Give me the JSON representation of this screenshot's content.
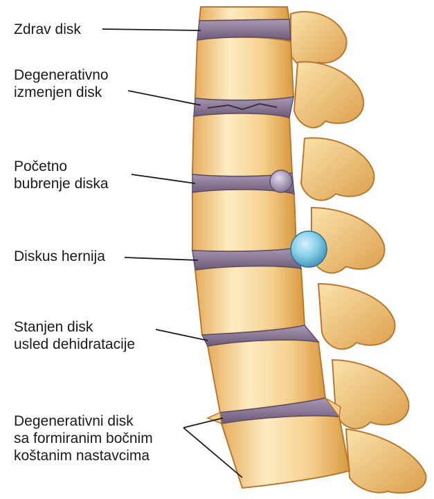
{
  "labels": [
    {
      "lines": [
        "Zdrav disk"
      ]
    },
    {
      "lines": [
        "Degenerativno",
        "izmenjen disk"
      ]
    },
    {
      "lines": [
        "Početno",
        "bubrenje diska"
      ]
    },
    {
      "lines": [
        "Diskus hernija"
      ]
    },
    {
      "lines": [
        "Stanjen disk",
        "usled dehidratacije"
      ]
    },
    {
      "lines": [
        "Degenerativni disk",
        "sa formiranim bočnim",
        "koštanim nastavcima"
      ]
    }
  ],
  "colors": {
    "bone_light": "#fbe6b4",
    "bone_mid": "#f2c27a",
    "bone_dark": "#d99a48",
    "bone_outline": "#b9772f",
    "disk": "#8f7f9a",
    "disk_dark": "#5e4f6a",
    "hernia": "#7ec9e6",
    "hernia_dark": "#3f8fb3",
    "bulge": "#a99ab8",
    "leader": "#1a1a1a"
  }
}
